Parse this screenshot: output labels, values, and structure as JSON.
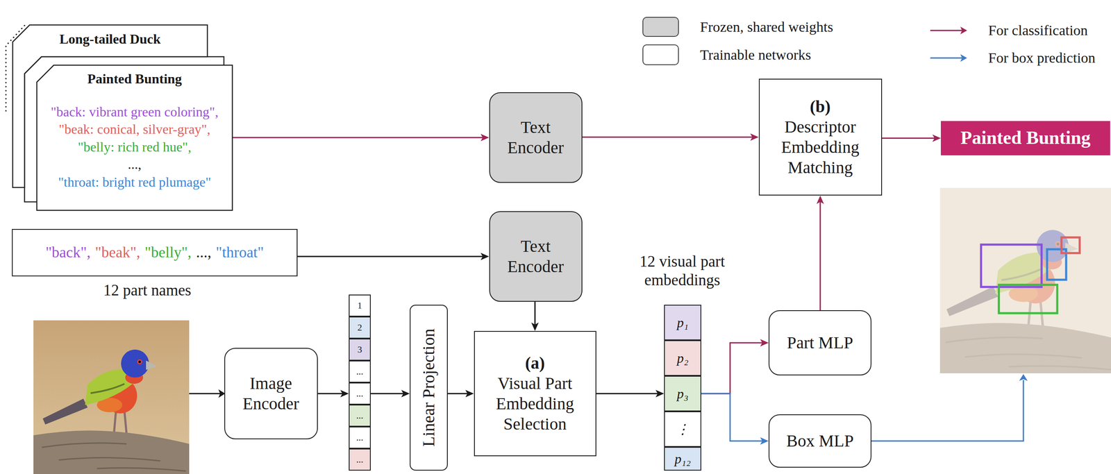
{
  "diagram": {
    "nodes": [
      {
        "text": [
          "Long-tailed Duck"
        ]
      },
      {
        "text": [
          "Painted Bunting",
          "\"back: vibrant green coloring\",",
          "\"beak: conical, silver-gray\",",
          "\"belly: rich red hue\",",
          "...,",
          "\"throat: bright red plumage\""
        ]
      },
      {
        "text": [
          "Text Encoder"
        ]
      },
      {
        "text": [
          "(b)",
          "Descriptor Embedding Matching"
        ]
      },
      {
        "text": [
          "Painted Bunting"
        ]
      },
      {
        "text": [
          "\"back\",",
          "\"beak\",",
          "\"belly\",",
          "...,",
          "\"throat\""
        ]
      },
      {
        "text": [
          "Text Encoder"
        ]
      },
      {
        "text": [
          "Image Encoder"
        ]
      },
      {
        "text": [
          "1"
        ]
      },
      {
        "text": [
          "2"
        ]
      },
      {
        "text": [
          "3"
        ]
      },
      {
        "text": [
          "..."
        ]
      },
      {
        "text": [
          "..."
        ]
      },
      {
        "text": [
          "..."
        ]
      },
      {
        "text": [
          "..."
        ]
      },
      {
        "text": [
          "..."
        ]
      },
      {
        "text": [
          "Linear Projection"
        ]
      },
      {
        "text": [
          "(a)",
          "Visual Part Embedding Selection"
        ]
      },
      {
        "text": [
          "p₁"
        ]
      },
      {
        "text": [
          "p₂"
        ]
      },
      {
        "text": [
          "p₃"
        ]
      },
      {
        "text": [
          "⋮"
        ]
      },
      {
        "text": [
          "p₁₂"
        ]
      },
      {
        "text": [
          "Part MLP"
        ]
      },
      {
        "text": [
          "Box MLP"
        ]
      }
    ],
    "edges": [
      {
        "from": 1,
        "to": 2,
        "arrow": "to"
      },
      {
        "from": 2,
        "to": 3,
        "arrow": "to"
      },
      {
        "from": 3,
        "to": 4,
        "arrow": "to"
      },
      {
        "from": 5,
        "to": 6,
        "arrow": "to"
      },
      {
        "from": 6,
        "to": 17,
        "arrow": "to"
      },
      {
        "from": 7,
        "to": 12,
        "arrow": "to"
      },
      {
        "from": 12,
        "to": 16,
        "arrow": "to"
      },
      {
        "from": 16,
        "to": 17,
        "arrow": "to"
      },
      {
        "from": 17,
        "to": 20,
        "arrow": "to"
      },
      {
        "from": 20,
        "to": 23,
        "arrow": "to"
      },
      {
        "from": 20,
        "to": 24,
        "arrow": "to"
      },
      {
        "from": 23,
        "to": 3,
        "arrow": "to"
      }
    ],
    "labels": [
      "12 part names",
      "12 visual part embeddings"
    ],
    "legend": [
      {
        "text": "Frozen, shared weights",
        "color": "#d2d2d2"
      },
      {
        "text": "Trainable networks",
        "color": "#ffffff"
      },
      {
        "text": "For classification"
      },
      {
        "text": "For box prediction"
      }
    ]
  }
}
